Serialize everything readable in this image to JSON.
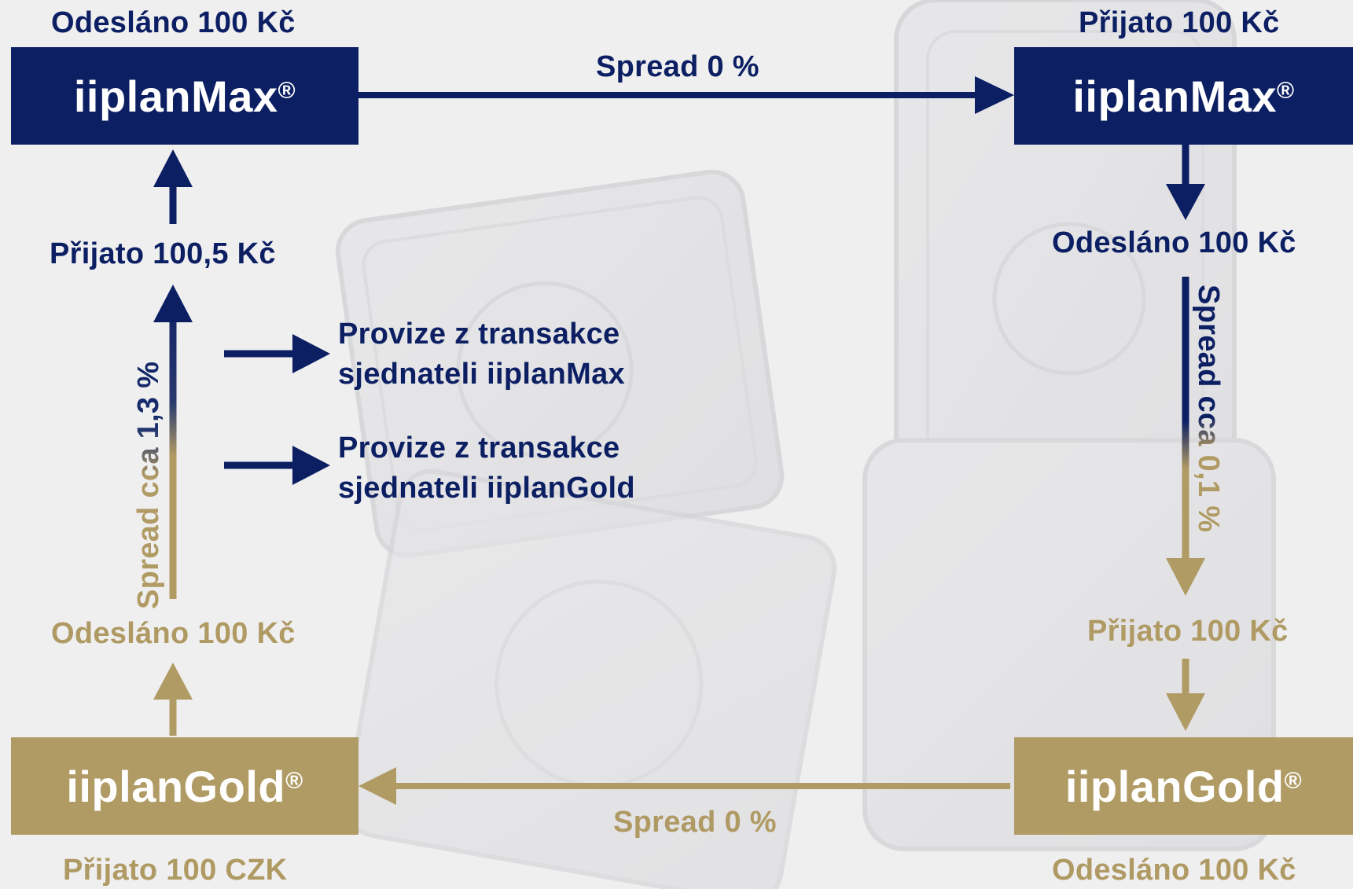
{
  "colors": {
    "navy": "#0c1f63",
    "gold": "#b19b64",
    "background": "#efeff0"
  },
  "boxes": {
    "max_left": {
      "name": "iiplanMax",
      "mark": "®"
    },
    "max_right": {
      "name": "iiplanMax",
      "mark": "®"
    },
    "gold_left": {
      "name": "iiplanGold",
      "mark": "®"
    },
    "gold_right": {
      "name": "iiplanGold",
      "mark": "®"
    }
  },
  "labels": {
    "top_left": "Odesláno 100 Kč",
    "top_right": "Přijato 100 Kč",
    "spread_top": "Spread 0 %",
    "received_left": "Přijato 100,5 Kč",
    "sent_right": "Odesláno 100 Kč",
    "sent_left_gold": "Odesláno 100 Kč",
    "received_right_gold": "Přijato 100 Kč",
    "spread_bottom": "Spread 0 %",
    "bottom_left": "Přijato 100 CZK",
    "bottom_right": "Odesláno 100 Kč",
    "spread_left_vertical": "Spread cca 1,3 %",
    "spread_right_vertical": "Spread cca 0,1 %"
  },
  "commissions": [
    {
      "line1": "Provize z transakce",
      "line2": "sjednateli iiplanMax"
    },
    {
      "line1": "Provize z transakce",
      "line2": "sjednateli iiplanGold"
    }
  ]
}
